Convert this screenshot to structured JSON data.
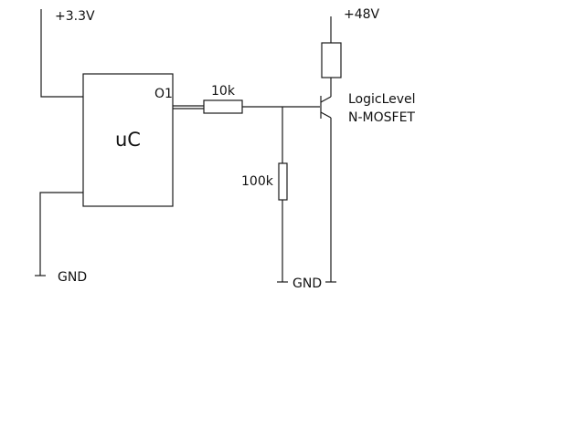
{
  "labels": {
    "supply_low": "+3.3V",
    "supply_high": "+48V",
    "uc": "uC",
    "pin_o1": "O1",
    "r_series": "10k",
    "r_pulldown": "100k",
    "mosfet_line1": "LogicLevel",
    "mosfet_line2": "N-MOSFET",
    "gnd_left": "GND",
    "gnd_right": "GND"
  },
  "colors": {
    "line": "#1a1a1a",
    "text": "#111111",
    "background": "#ffffff"
  }
}
